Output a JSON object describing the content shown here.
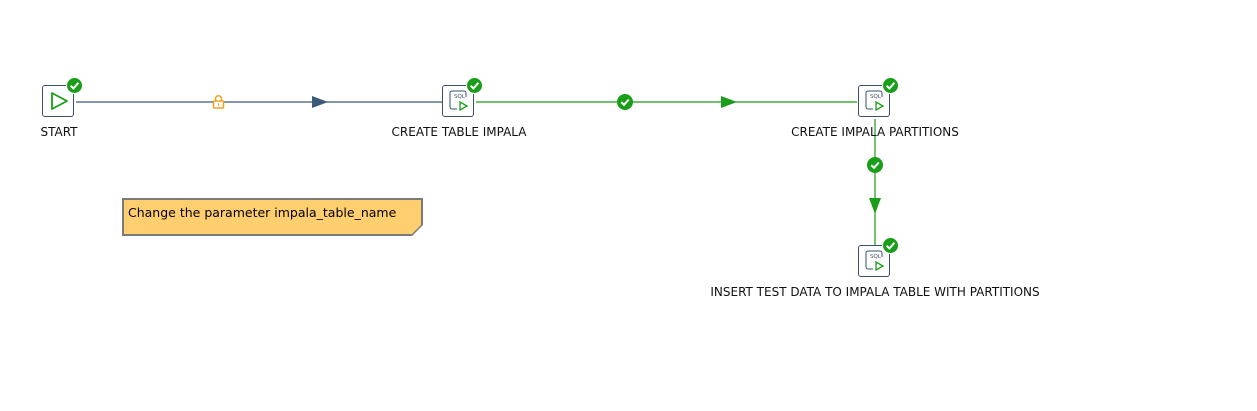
{
  "workflow": {
    "nodes": [
      {
        "id": "start",
        "label": "START",
        "type": "start",
        "status": "success"
      },
      {
        "id": "create-table",
        "label": "CREATE TABLE IMPALA",
        "type": "sql",
        "status": "success"
      },
      {
        "id": "create-partitions",
        "label": "CREATE IMPALA PARTITIONS",
        "type": "sql",
        "status": "success"
      },
      {
        "id": "insert-data",
        "label": "INSERT TEST DATA TO IMPALA TABLE WITH PARTITIONS",
        "type": "sql",
        "status": "success"
      }
    ],
    "hops": [
      {
        "from": "START",
        "to": "CREATE TABLE IMPALA",
        "condition": "unconditional",
        "color": "#3a5a78",
        "icon": "lock-icon"
      },
      {
        "from": "CREATE TABLE IMPALA",
        "to": "CREATE IMPALA PARTITIONS",
        "condition": "success",
        "color": "#1a9e1a",
        "icon": "check-circle-icon"
      },
      {
        "from": "CREATE IMPALA PARTITIONS",
        "to": "INSERT TEST DATA TO IMPALA TABLE WITH PARTITIONS",
        "condition": "success",
        "color": "#1a9e1a",
        "icon": "check-circle-icon"
      }
    ],
    "note": {
      "text": "Change the parameter impala_table_name"
    },
    "colors": {
      "success": "#1a9e1a",
      "unconditional": "#3a5a78",
      "lock": "#f0a020",
      "note_bg": "#ffce6e"
    }
  }
}
